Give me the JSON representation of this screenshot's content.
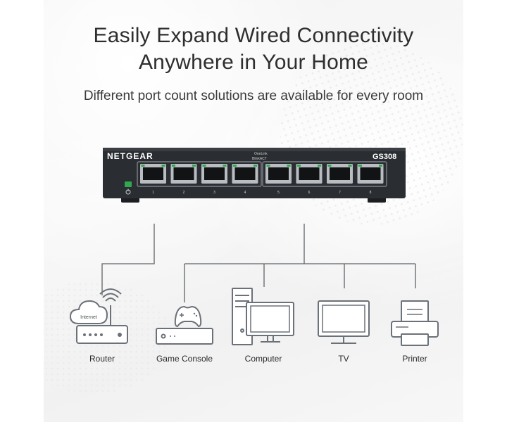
{
  "headline": {
    "line1": "Easily Expand Wired Connectivity",
    "line2": "Anywhere in Your Home"
  },
  "subheading": "Different port count solutions are available for every room",
  "switch": {
    "brand": "NETGEAR",
    "model": "GS308",
    "feature_line1": "OneLink",
    "feature_line2": "BlinkACT",
    "port_numbers": [
      "1",
      "2",
      "3",
      "4",
      "5",
      "6",
      "7",
      "8"
    ],
    "power_icon": "power-icon",
    "led_color": "#2fa84f",
    "body_color": "#2a2d31"
  },
  "devices": [
    {
      "label": "Router",
      "icon": "router-icon",
      "cloud_text": "Internet"
    },
    {
      "label": "Game Console",
      "icon": "game-console-icon"
    },
    {
      "label": "Computer",
      "icon": "computer-icon"
    },
    {
      "label": "TV",
      "icon": "tv-icon"
    },
    {
      "label": "Printer",
      "icon": "printer-icon"
    }
  ],
  "colors": {
    "icon_stroke": "#6b7178",
    "line": "#5f6369"
  }
}
